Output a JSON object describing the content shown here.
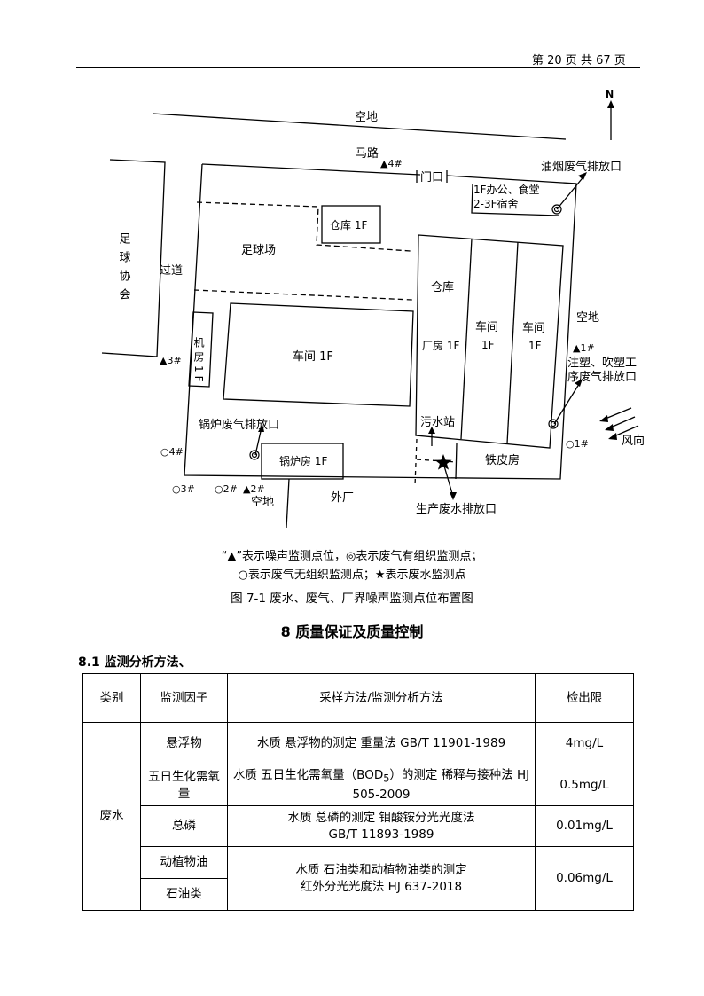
{
  "header": {
    "page_text": "第 20 页 共 67 页"
  },
  "map": {
    "north": "N",
    "labels": {
      "kongdi_top": "空地",
      "malu": "马路",
      "door": "门口",
      "office": "1F办公、食堂",
      "dorm": "2-3F宿舍",
      "smoke_outlet": "油烟废气排放口",
      "warehouse_small": "仓库 1F",
      "football": "足球场",
      "assoc": "足球协会",
      "guodao": "过道",
      "jifang": "机房1F",
      "workshop_main": "车间 1F",
      "warehouse": "仓库",
      "factory": "厂房 1F",
      "workshop_a": "车间",
      "workshop_a2": "1F",
      "workshop_b": "车间",
      "workshop_b2": "1F",
      "kongdi_right": "空地",
      "injection_1": "注塑、吹塑工",
      "injection_2": "序废气排放口",
      "boiler_outlet": "锅炉废气排放口",
      "sewage": "污水站",
      "boiler": "锅炉房 1F",
      "tiepifang": "铁皮房",
      "wind": "风向",
      "kongdi_bottom": "空地",
      "waichang": "外厂",
      "wastewater_outlet": "生产废水排放口"
    },
    "points": {
      "n4": "▲4#",
      "n3": "▲3#",
      "n2": "▲2#",
      "n1": "▲1#",
      "o4": "○4#",
      "o3": "○3#",
      "o2": "○2#",
      "o1": "○1#"
    }
  },
  "legend": {
    "line1": "“▲”表示噪声监测点位，◎表示废气有组织监测点；",
    "line2": "○表示废气无组织监测点；★表示废水监测点"
  },
  "figure_caption": "图 7-1 废水、废气、厂界噪声监测点位布置图",
  "section_title": "8 质量保证及质量控制",
  "subsection_title": "8.1  监测分析方法、",
  "table": {
    "headers": [
      "类别",
      "监测因子",
      "采样方法/监测分析方法",
      "检出限"
    ],
    "category": "废水",
    "rows": [
      {
        "factor": "悬浮物",
        "method": "水质 悬浮物的测定 重量法 GB/T 11901-1989",
        "limit": "4mg/L"
      },
      {
        "factor": "五日生化需氧量",
        "method_a": "水质 五日生化需氧量（BOD",
        "method_sub": "5",
        "method_b": "）的测定 稀释与接种法 HJ 505-2009",
        "limit": "0.5mg/L"
      },
      {
        "factor": "总磷",
        "method": "水质 总磷的测定 钼酸铵分光光度法",
        "method2": "GB/T 11893-1989",
        "limit": "0.01mg/L"
      },
      {
        "factor": "动植物油",
        "method": "水质 石油类和动植物油类的测定",
        "method2": "红外分光光度法 HJ 637-2018",
        "limit": "0.06mg/L"
      },
      {
        "factor": "石油类"
      }
    ]
  }
}
